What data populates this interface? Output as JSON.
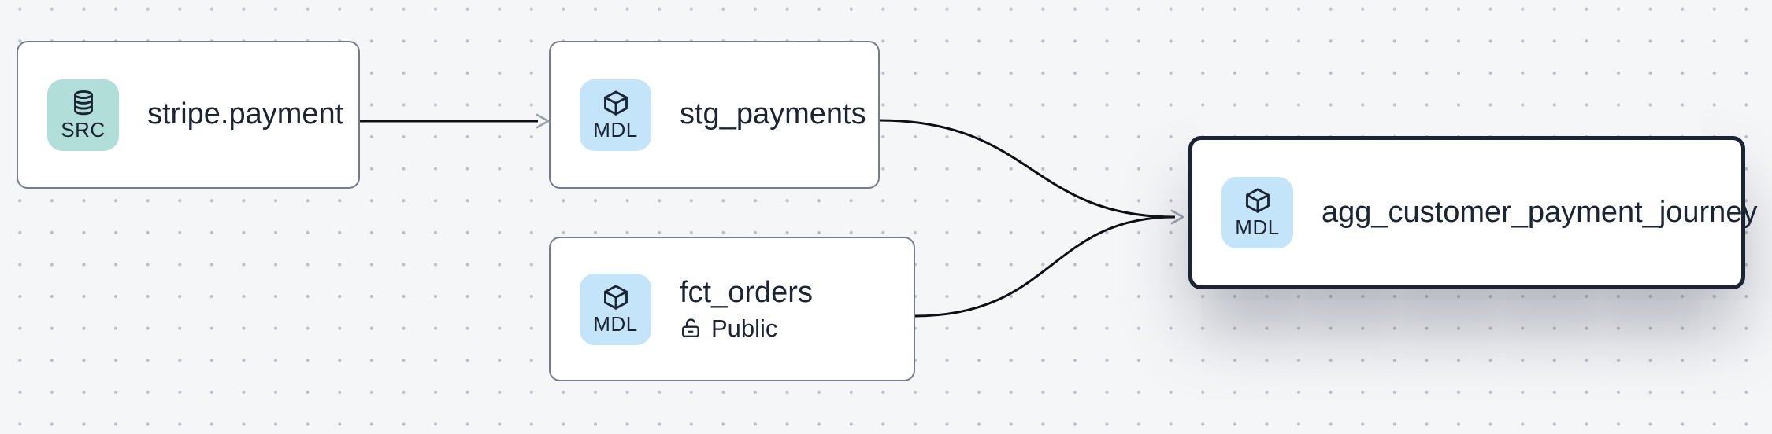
{
  "app": {
    "view_name": "lineage-graph"
  },
  "canvas": {
    "background_color": "#f5f6f8",
    "dot_grid_color": "#bcc0c9"
  },
  "colors": {
    "node_background": "#ffffff",
    "node_border": "#747c8e",
    "selected_node_border": "#1c2433",
    "text": "#1b2433",
    "edge_line": "#0c0f15",
    "edge_arrowhead": "#99a0ac",
    "source_icon_background": "#b2deda",
    "model_icon_background": "#c3e4f9"
  },
  "nodes": [
    {
      "label": "stripe.payment",
      "type_badge": "SRC",
      "icon": "database-icon",
      "selected": false
    },
    {
      "label": "stg_payments",
      "type_badge": "MDL",
      "icon": "cube-icon",
      "selected": false
    },
    {
      "label": "fct_orders",
      "type_badge": "MDL",
      "icon": "cube-icon",
      "access_label": "Public",
      "access_icon": "lock-open-icon",
      "selected": false
    },
    {
      "label": "agg_customer_payment_journey",
      "type_badge": "MDL",
      "icon": "cube-icon",
      "selected": true
    }
  ],
  "edges": [
    {
      "from": "stripe.payment",
      "to": "stg_payments"
    },
    {
      "from": "stg_payments",
      "to": "agg_customer_payment_journey"
    },
    {
      "from": "fct_orders",
      "to": "agg_customer_payment_journey"
    }
  ]
}
